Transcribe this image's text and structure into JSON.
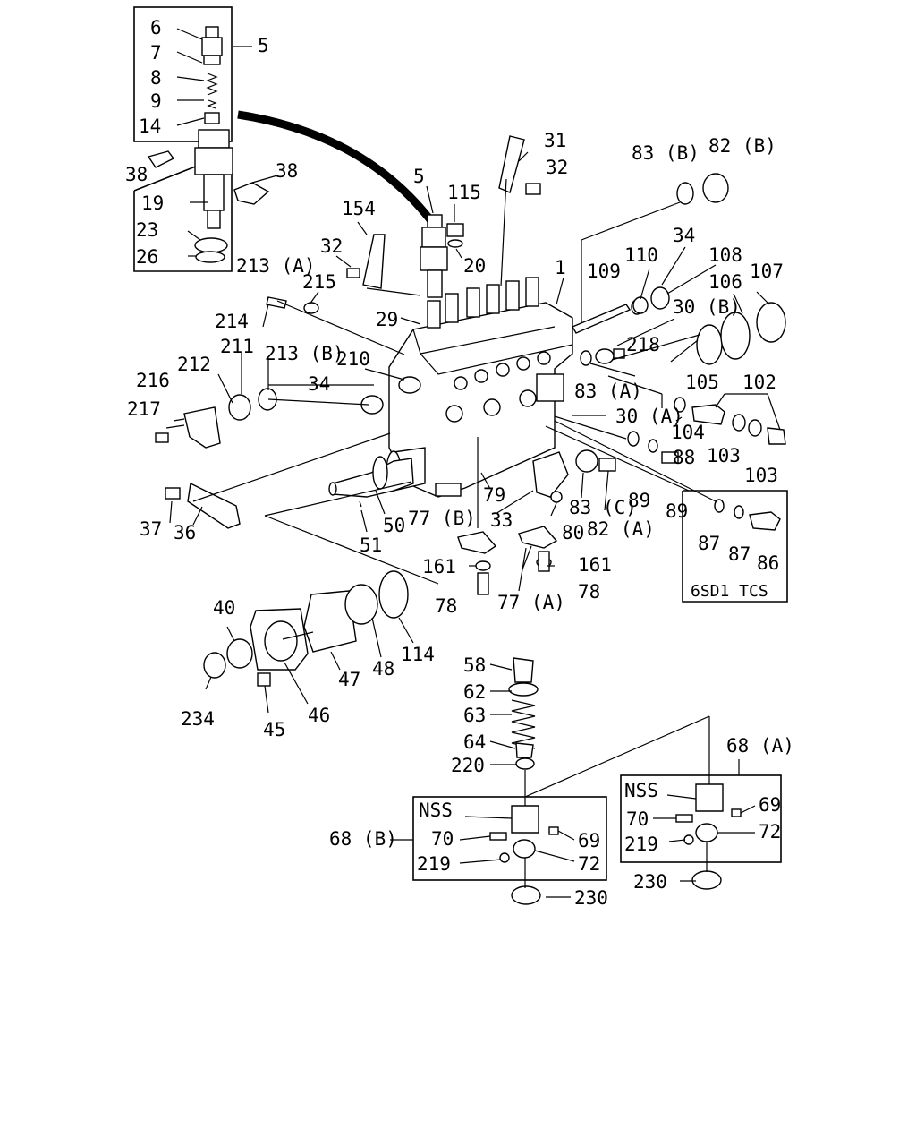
{
  "labels": {
    "l6": "6",
    "l7": "7",
    "l8": "8",
    "l9": "9",
    "l14": "14",
    "l5a": "5",
    "l38a": "38",
    "l38b": "38",
    "l19": "19",
    "l23": "23",
    "l26": "26",
    "l5b": "5",
    "l115": "115",
    "l20": "20",
    "l31": "31",
    "l32a": "32",
    "l154": "154",
    "l32b": "32",
    "l215": "215",
    "l213a": "213 (A)",
    "l214": "214",
    "l29": "29",
    "l1": "1",
    "l109": "109",
    "l110": "110",
    "l34a": "34",
    "l108": "108",
    "l106": "106",
    "l107": "107",
    "l83b": "83 (B)",
    "l82b": "82 (B)",
    "l30b": "30 (B)",
    "l218": "218",
    "l105": "105",
    "l102": "102",
    "l104": "104",
    "l103a": "103",
    "l103b": "103",
    "l83a": "83 (A)",
    "l30a": "30 (A)",
    "l211": "211",
    "l212": "212",
    "l213b": "213 (B)",
    "l210": "210",
    "l34b": "34",
    "l216": "216",
    "l217": "217",
    "l88": "88",
    "l89a": "89",
    "l89b": "89",
    "l87a": "87",
    "l87b": "87",
    "l86": "86",
    "l6sd1": "6SD1 TCS",
    "l82a": "82 (A)",
    "l83c": "83 (C)",
    "l80": "80",
    "l33": "33",
    "l79": "79",
    "l77b": "77 (B)",
    "l77a": "77 (A)",
    "l161a": "161",
    "l161b": "161",
    "l78a": "78",
    "l78b": "78",
    "l37": "37",
    "l36": "36",
    "l50": "50",
    "l51": "51",
    "l40": "40",
    "l234": "234",
    "l45": "45",
    "l46": "46",
    "l47": "47",
    "l48": "48",
    "l114": "114",
    "l58": "58",
    "l62": "62",
    "l63": "63",
    "l64": "64",
    "l220": "220",
    "l68a": "68 (A)",
    "l68b": "68 (B)",
    "nss1": "NSS",
    "l70a": "70",
    "l69a": "69",
    "l219a": "219",
    "l72a": "72",
    "l230a": "230",
    "nss2": "NSS",
    "l70b": "70",
    "l69b": "69",
    "l219b": "219",
    "l72b": "72",
    "l230b": "230"
  },
  "colors": {
    "line": "#000000",
    "background": "#ffffff"
  }
}
